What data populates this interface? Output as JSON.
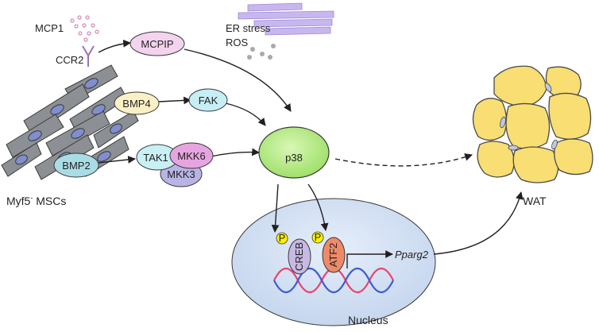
{
  "labels": {
    "mcp1": "MCP1",
    "ccr2": "CCR2",
    "mcpip": "MCPIP",
    "er_stress": "ER stress",
    "ros": "ROS",
    "bmp4": "BMP4",
    "fak": "FAK",
    "bmp2": "BMP2",
    "tak1": "TAK1",
    "mkk6": "MKK6",
    "mkk3": "MKK3",
    "p38": "p38",
    "msc_main": "Myf5",
    "msc_sup": "-",
    "msc_rest": " MSCs",
    "wat": "WAT",
    "creb": "CREB",
    "atf2": "ATF2",
    "phospho": "P",
    "pparg2": "Pparg2",
    "nucleus": "Nucleus"
  },
  "colors": {
    "mcpip": "#f3d3ee",
    "bmp4": "#fbefc6",
    "fak": "#c6eef5",
    "bmp2": "#a9dde5",
    "tak1": "#c9f0f5",
    "mkk6": "#e6a5e0",
    "mkk3": "#b8b4e6",
    "p38": "#9fe06a",
    "nucleus": "#c5d6ee",
    "creb": "#c7b9e3",
    "atf2": "#ef8a68",
    "phospho": "#fff200",
    "fat_cell": "#f8de73",
    "er": "#c8b6ef",
    "msc_cell": "#8c8f93",
    "msc_nucleus": "#7f8fd0",
    "dna_red": "#e8456e",
    "dna_blue": "#3b5bd6"
  }
}
